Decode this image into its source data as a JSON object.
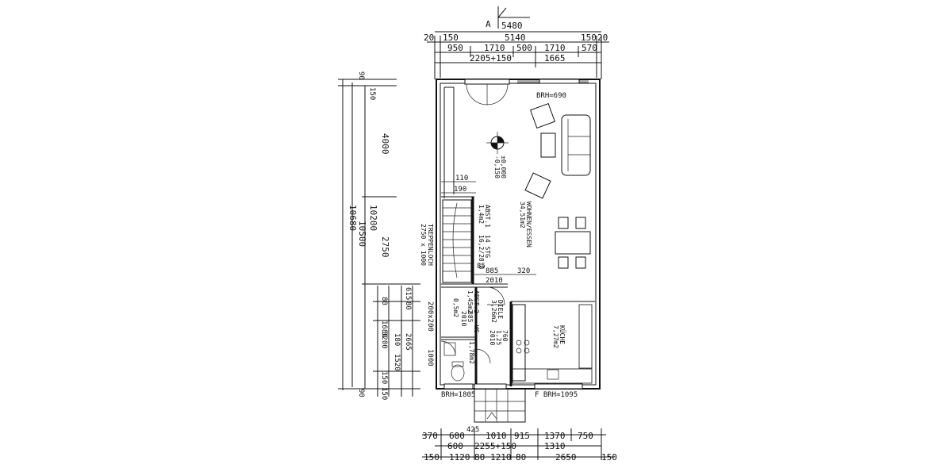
{
  "section_marker": "A",
  "top_dimensions": {
    "row1": [
      "5480"
    ],
    "row2": [
      "20",
      "150",
      "5140",
      "150",
      "20"
    ],
    "row3": [
      "950",
      "1710",
      "500",
      "1710",
      "570"
    ],
    "row4": [
      "2205+150",
      "1665"
    ]
  },
  "bottom_dimensions": {
    "row1": [
      "370",
      "600",
      "1010",
      "915",
      "1370",
      "750"
    ],
    "row2": [
      "600",
      "2255+150",
      "1310"
    ],
    "row3": [
      "150",
      "1120",
      "80",
      "1210",
      "80",
      "2650",
      "150"
    ],
    "stair_width": "425"
  },
  "left_dimensions": {
    "total_outer": "10680",
    "total_inner": "10500",
    "second": "10200",
    "top_offset": "90",
    "top_150": "150",
    "upper": "4000",
    "middle": "2750",
    "lower_group": [
      "615",
      "80",
      "80",
      "1680",
      "3200",
      "180",
      "1520",
      "2665",
      "150",
      "90",
      "150"
    ],
    "door_lower": [
      "200x200",
      "1000"
    ]
  },
  "rooms": {
    "wohnen": {
      "name": "WOHNEN/ESSEN",
      "area": "34,51m2"
    },
    "kueche": {
      "name": "KÜCHE",
      "area": "7,27m2"
    },
    "diele": {
      "name": "DIELE",
      "area": "3,26m2"
    },
    "wc": {
      "name": "WC",
      "area": "1,78m2"
    },
    "abst1": {
      "name": "ABST.1",
      "area": "1,4m2"
    },
    "abst2": {
      "name": "ABST.2",
      "area": "1,45m2"
    },
    "treppe": {
      "name": "TREPPENLOCH",
      "size": "2750 x 1000"
    }
  },
  "labels": {
    "level": "±0,000",
    "level_sub": "-0,150",
    "brh_top": "BRH=690",
    "brh_bottom_left": "BRH=1805",
    "brh_bottom_right": "F BRH=1095",
    "stair": "14 STG",
    "stair_dims": "16,2/28,8",
    "dim_110": "110",
    "dim_190": "190",
    "dim_85": "85",
    "dim_885": "885",
    "dim_320": "320",
    "dim_2010": "2010",
    "dim_885b": "885",
    "dim_2010b": "2010",
    "dim_885c": "885",
    "dim_1125": "1,25",
    "dim_2010c": "2010",
    "dim_760": "760",
    "abst_small": "0,5m2"
  }
}
